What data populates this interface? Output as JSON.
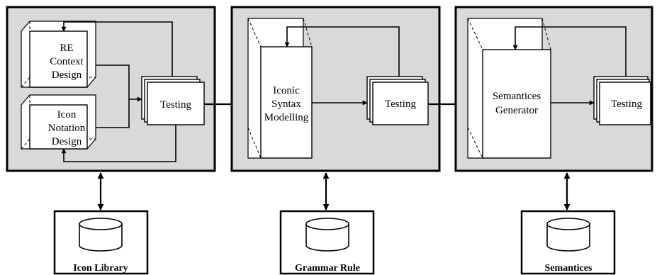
{
  "diagram": {
    "panel1": {
      "box_re": [
        "RE",
        "Context",
        "Design"
      ],
      "box_icon": [
        "Icon",
        "Notation",
        "Design"
      ],
      "testing": "Testing"
    },
    "panel2": {
      "modelling": [
        "Iconic",
        "Syntax",
        "Modelling"
      ],
      "testing": "Testing"
    },
    "panel3": {
      "generator": [
        "Semantices",
        "Generator"
      ],
      "testing": "Testing"
    },
    "stores": [
      {
        "label": "Icon Library"
      },
      {
        "label": "Grammar Rule"
      },
      {
        "label": "Semantices"
      }
    ]
  }
}
